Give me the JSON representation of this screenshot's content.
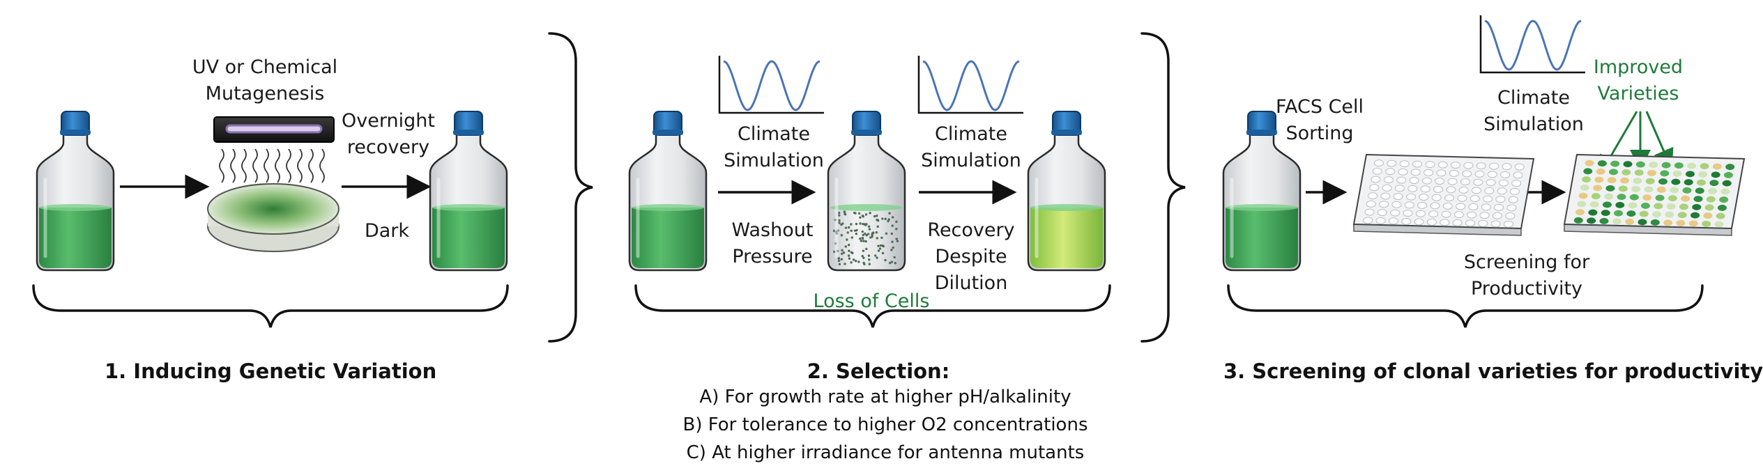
{
  "stage1": {
    "uv_line1": "UV or Chemical",
    "uv_line2": "Mutagenesis",
    "overnight_line1": "Overnight",
    "overnight_line2": "recovery",
    "dark": "Dark",
    "title": "1. Inducing Genetic Variation"
  },
  "stage2": {
    "climate_a_line1": "Climate",
    "climate_a_line2": "Simulation",
    "climate_b_line1": "Climate",
    "climate_b_line2": "Simulation",
    "washout_line1": "Washout",
    "washout_line2": "Pressure",
    "recovery_line1": "Recovery",
    "recovery_line2": "Despite",
    "recovery_line3": "Dilution",
    "loss_of_cells": "Loss of Cells",
    "title": "2. Selection:",
    "criteria": [
      "A) For growth rate at higher pH/alkalinity",
      "B) For tolerance to higher O2 concentrations",
      "C) At higher irradiance for antenna mutants"
    ]
  },
  "stage3": {
    "facs_line1": "FACS Cell",
    "facs_line2": "Sorting",
    "climate_line1": "Climate",
    "climate_line2": "Simulation",
    "improved_line1": "Improved",
    "improved_line2": "Varieties",
    "screening_line1": "Screening for",
    "screening_line2": "Productivity",
    "title": "3. Screening of clonal varieties for productivity"
  },
  "colors": {
    "cap": "#1f6fb6",
    "culture": "#3ea653",
    "culture_bright": "#a8cf4f",
    "wave": "#4a74b8",
    "text_green": "#1f7a3a",
    "uv_lamp": "#8a6fb0"
  },
  "icons": [
    "bottle-icon",
    "uv-lamp-icon",
    "petri-dish-icon",
    "sine-wave-icon",
    "well-plate-icon",
    "arrow-icon",
    "brace-icon"
  ]
}
